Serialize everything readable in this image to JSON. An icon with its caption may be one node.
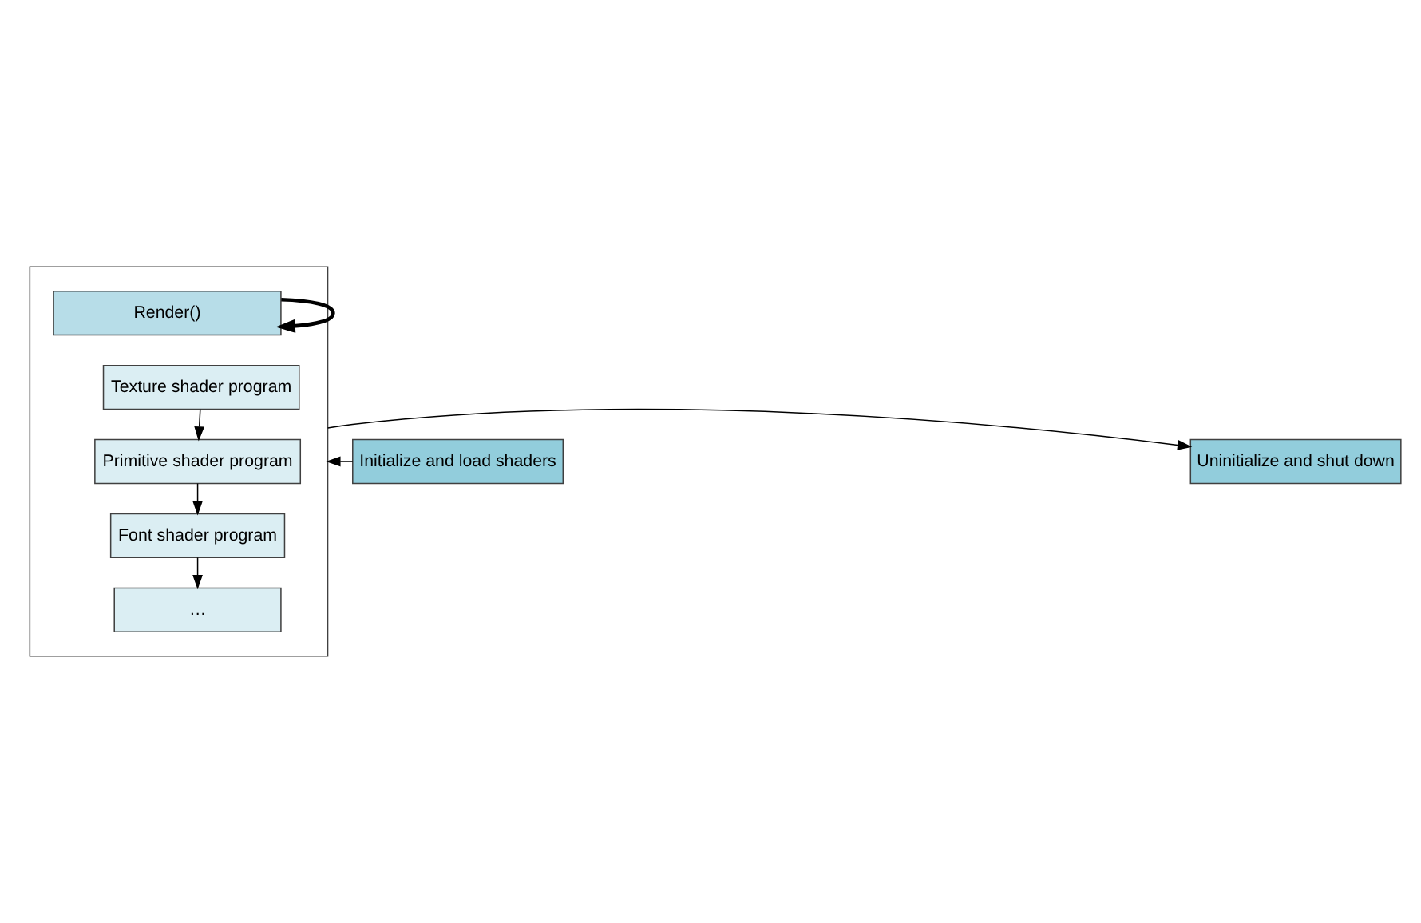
{
  "diagram": {
    "nodes": [
      {
        "text": [],
        "shape": "box"
      },
      {
        "text": [
          "Render()"
        ],
        "in": 0
      },
      {
        "text": [
          "Texture shader program"
        ],
        "in": 0
      },
      {
        "text": [
          "Primitive shader program"
        ],
        "in": 0
      },
      {
        "text": [
          "Font shader program"
        ],
        "in": 0
      },
      {
        "text": [
          "…"
        ],
        "in": 0
      },
      {
        "text": [
          "Initialize and load shaders"
        ]
      },
      {
        "text": [
          "Uninitialize and shut down"
        ]
      }
    ],
    "edges": [
      {
        "from": 1,
        "to": 1,
        "arrow": "to",
        "style": "thick"
      },
      {
        "from": 2,
        "to": 3,
        "arrow": "to"
      },
      {
        "from": 3,
        "to": 4,
        "arrow": "to"
      },
      {
        "from": 4,
        "to": 5,
        "arrow": "to"
      },
      {
        "from": 6,
        "to": 0,
        "arrow": "to"
      },
      {
        "from": 0,
        "to": 7,
        "arrow": "to"
      }
    ]
  }
}
